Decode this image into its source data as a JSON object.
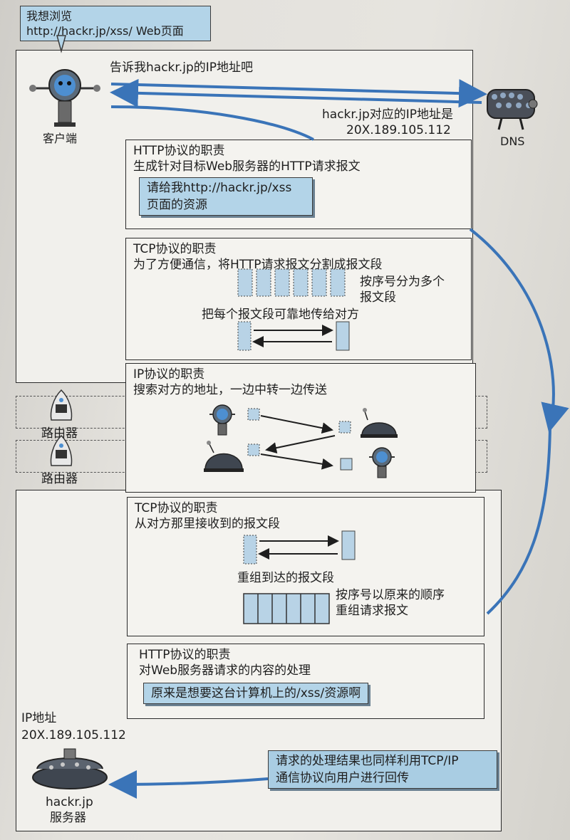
{
  "client": {
    "speech": [
      "我想浏览",
      "http://hackr.jp/xss/ Web页面"
    ],
    "label": "客户端"
  },
  "dns": {
    "label": "DNS",
    "query": "告诉我hackr.jp的IP地址吧",
    "answer": [
      "hackr.jp对应的IP地址是",
      "20X.189.105.112"
    ]
  },
  "http_send": {
    "title": "HTTP协议的职责",
    "desc": "生成针对目标Web服务器的HTTP请求报文",
    "note": [
      "请给我http://hackr.jp/xss",
      "页面的资源"
    ]
  },
  "tcp_send": {
    "title": "TCP协议的职责",
    "desc": "为了方便通信，将HTTP请求报文分割成报文段",
    "split_note": [
      "按序号分为多个",
      "报文段"
    ],
    "reliable_note": "把每个报文段可靠地传给对方"
  },
  "ip": {
    "title": "IP协议的职责",
    "desc": "搜索对方的地址，一边中转一边传送"
  },
  "routers": [
    "路由器",
    "路由器"
  ],
  "tcp_recv": {
    "title": "TCP协议的职责",
    "desc": "从对方那里接收到的报文段",
    "reassemble": "重组到达的报文段",
    "order_note": [
      "按序号以原来的顺序",
      "重组请求报文"
    ]
  },
  "http_recv": {
    "title": "HTTP协议的职责",
    "desc": "对Web服务器请求的内容的处理",
    "note": "原来是想要这台计算机上的/xss/资源啊"
  },
  "server": {
    "ip_label": [
      "IP地址",
      "20X.189.105.112"
    ],
    "name": [
      "hackr.jp",
      "服务器"
    ]
  },
  "reply_note": [
    "请求的处理结果也同样利用TCP/IP",
    "通信协议向用户进行回传"
  ],
  "colors": {
    "accent_blue": "#3a74b8",
    "note_fill": "#b3d4e8",
    "segment_fill": "#b8d3e6"
  }
}
